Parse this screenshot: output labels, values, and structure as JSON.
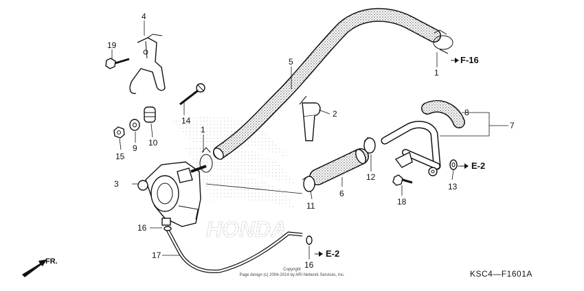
{
  "callouts": {
    "c1a": "1",
    "c1b": "1",
    "c2": "2",
    "c3": "3",
    "c4": "4",
    "c5": "5",
    "c6": "6",
    "c7": "7",
    "c8": "8",
    "c9": "9",
    "c10": "10",
    "c11": "11",
    "c12": "12",
    "c13": "13",
    "c14": "14",
    "c15": "15",
    "c16a": "16",
    "c16b": "16",
    "c17": "17",
    "c18": "18",
    "c19": "19"
  },
  "refs": {
    "f16": "F-16",
    "e2a": "E-2",
    "e2b": "E-2"
  },
  "direction_label": "FR.",
  "diagram_code": "KSC4—F1601A",
  "copyright": {
    "line1": "Copyright",
    "line2": "Page design (c) 2004-2014 by ARI Network Services, Inc."
  },
  "watermark_text": "HONDA"
}
